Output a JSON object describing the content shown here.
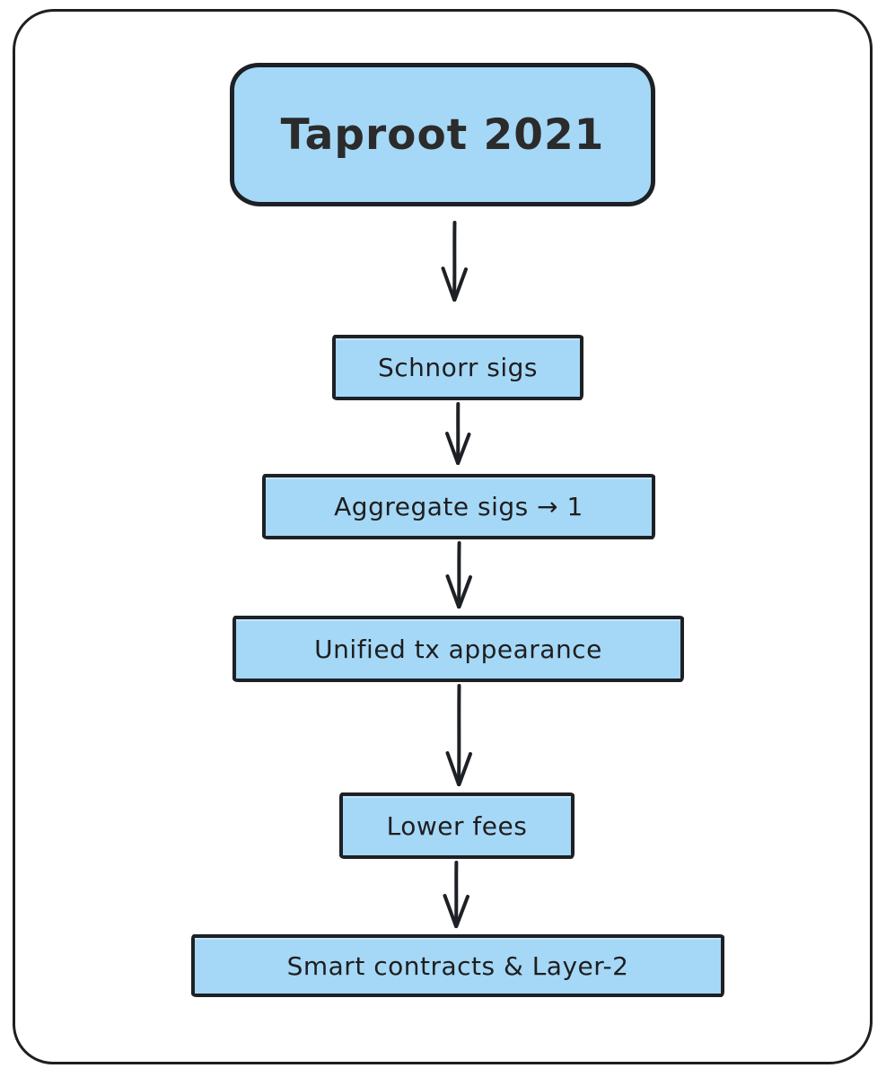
{
  "flowchart": {
    "title": {
      "label": "Taproot 2021"
    },
    "nodes": [
      {
        "id": "schnorr",
        "label": "Schnorr sigs"
      },
      {
        "id": "aggregate",
        "label": "Aggregate sigs → 1"
      },
      {
        "id": "unified",
        "label": "Unified tx appearance"
      },
      {
        "id": "fees",
        "label": "Lower fees"
      },
      {
        "id": "smart",
        "label": "Smart contracts & Layer-2"
      }
    ],
    "connector": "arrow-down",
    "colors": {
      "node_fill": "#a5d8f7",
      "node_border": "#1d2024",
      "text": "#1e1e1e",
      "frame_border": "#1f1f1f",
      "bg": "#ffffff"
    }
  }
}
